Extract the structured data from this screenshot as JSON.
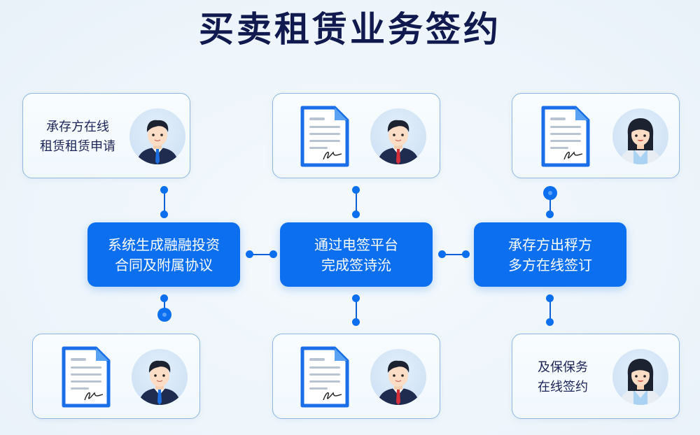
{
  "title": "买卖租赁业务签约",
  "colors": {
    "accent": "#0b6ff0",
    "title": "#111a4e",
    "card_border": "#8fb7df",
    "tie_blue": "#1d6fe0",
    "tie_red": "#d62f3a"
  },
  "top_row": [
    {
      "text_lines": [
        "承存方在线",
        "租赁租赁申请"
      ],
      "icon": "businessman-avatar-blue-tie"
    },
    {
      "icons": [
        "signed-document-icon",
        "businessman-avatar-red-tie"
      ]
    },
    {
      "icons": [
        "signed-document-icon",
        "businesswoman-avatar"
      ]
    }
  ],
  "process_steps": [
    {
      "lines": [
        "系统生成融融投资",
        "合同及附属协议"
      ]
    },
    {
      "lines": [
        "通过电签平台",
        "完成签诗沇"
      ]
    },
    {
      "lines": [
        "承存方出稃方",
        "多方在线签订"
      ]
    }
  ],
  "bottom_row": [
    {
      "icons": [
        "signed-document-icon",
        "businessman-avatar-blue-tie"
      ]
    },
    {
      "icons": [
        "signed-document-icon",
        "businessman-avatar-red-tie"
      ]
    },
    {
      "text_lines": [
        "及保保务",
        "在线签约"
      ],
      "icon": "businesswoman-avatar"
    }
  ]
}
